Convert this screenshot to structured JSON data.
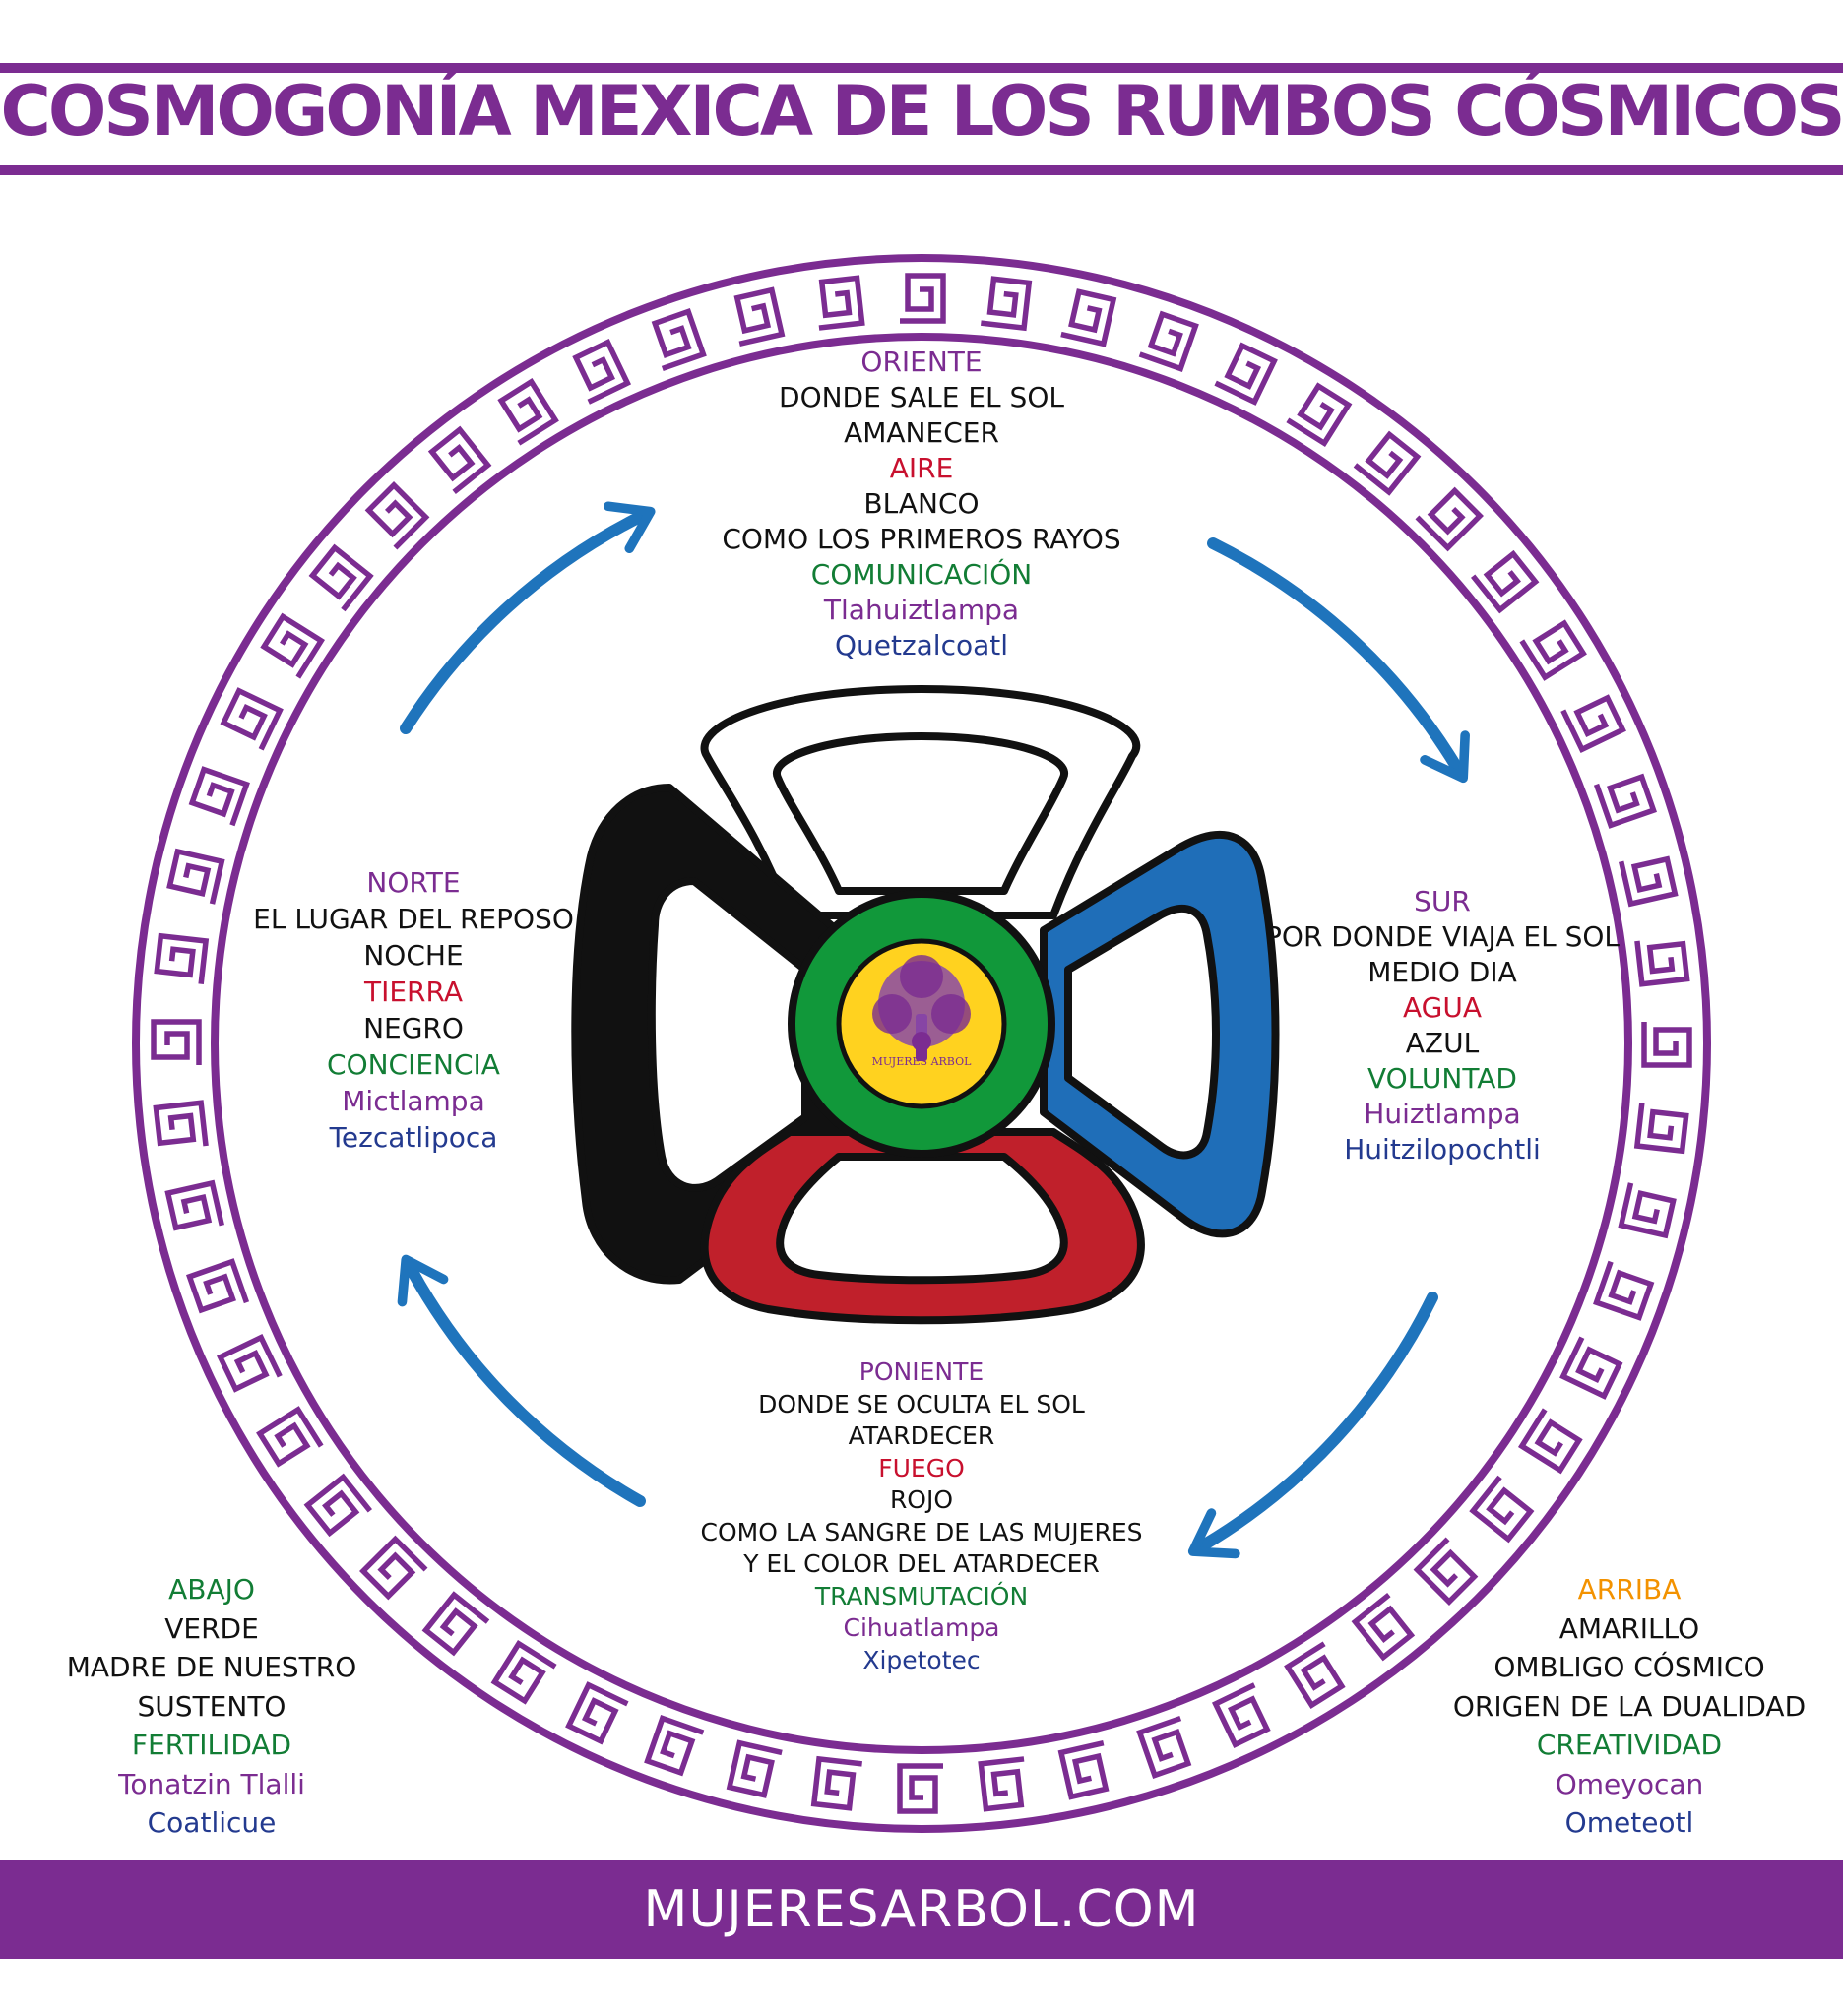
{
  "title": "COSMOGONÍA MEXICA DE LOS RUMBOS CÓSMICOS",
  "colors": {
    "purple": "#7b2c91",
    "black": "#111111",
    "red": "#c8102e",
    "green": "#127d35",
    "navy": "#233a8f",
    "orange": "#f39200",
    "blue_arrow": "#1f74bc",
    "center_green": "#11983a",
    "center_yellow": "#ffd21f",
    "petal_blue": "#1f6eb8",
    "petal_red": "#c0202b"
  },
  "directions": {
    "oriente": {
      "heading": "ORIENTE",
      "line1": "DONDE SALE EL SOL",
      "line2": "AMANECER",
      "element": "AIRE",
      "color": "BLANCO",
      "detail": "COMO LOS PRIMEROS RAYOS",
      "quality": "COMUNICACIÓN",
      "place": "Tlahuiztlampa",
      "deity": "Quetzalcoatl"
    },
    "norte": {
      "heading": "NORTE",
      "line1": "EL LUGAR DEL REPOSO",
      "line2": "NOCHE",
      "element": "TIERRA",
      "color": "NEGRO",
      "quality": "CONCIENCIA",
      "place": "Mictlampa",
      "deity": "Tezcatlipoca"
    },
    "sur": {
      "heading": "SUR",
      "line1": "POR DONDE VIAJA EL SOL",
      "line2": "MEDIO DIA",
      "element": "AGUA",
      "color": "AZUL",
      "quality": "VOLUNTAD",
      "place": "Huiztlampa",
      "deity": "Huitzilopochtli"
    },
    "poniente": {
      "heading": "PONIENTE",
      "line1": "DONDE SE OCULTA EL SOL",
      "line2": "ATARDECER",
      "element": "FUEGO",
      "color": "ROJO",
      "detail": "COMO LA SANGRE DE LAS MUJERES",
      "detail2": "Y EL COLOR DEL ATARDECER",
      "quality": "TRANSMUTACIÓN",
      "place": "Cihuatlampa",
      "deity": "Xipetotec"
    },
    "abajo": {
      "heading": "ABAJO",
      "color": "VERDE",
      "line1": "MADRE DE NUESTRO",
      "line2": "SUSTENTO",
      "quality": "FERTILIDAD",
      "place": "Tonatzin Tlalli",
      "deity": "Coatlicue"
    },
    "arriba": {
      "heading": "ARRIBA",
      "color": "AMARILLO",
      "line1": "OMBLIGO CÓSMICO",
      "line2": "ORIGEN DE LA DUALIDAD",
      "quality": "CREATIVIDAD",
      "place": "Omeyocan",
      "deity": "Ometeotl"
    }
  },
  "logo_text": "MUJERES ARBOL",
  "footer": "MUJERESARBOL.COM"
}
